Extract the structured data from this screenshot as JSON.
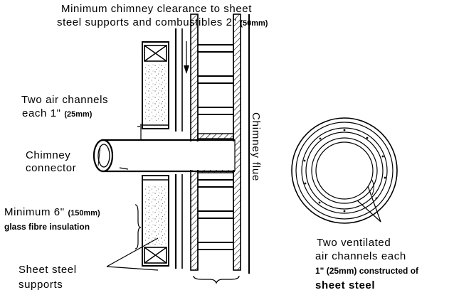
{
  "labels": {
    "top_line1": "Minimum chimney clearance to sheet",
    "top_line2_main": "steel supports and combustibles 2\"",
    "top_line2_small": "(50mm)",
    "air_line1": "Two air channels",
    "air_line2_main": "each 1\"",
    "air_line2_small": "(25mm)",
    "connector_line1": "Chimney",
    "connector_line2": "connector",
    "insul_line1_main": "Minimum 6\"",
    "insul_line1_small": "(150mm)",
    "insul_line2": "glass fibre insulation",
    "steel_line1": "Sheet steel",
    "steel_line2": "supports",
    "flue_vertical": "Chimney flue",
    "vent_line1": "Two ventilated",
    "vent_line2": "air channels each",
    "vent_line3": "1\" (25mm) constructed of",
    "vent_line4": "sheet steel"
  }
}
